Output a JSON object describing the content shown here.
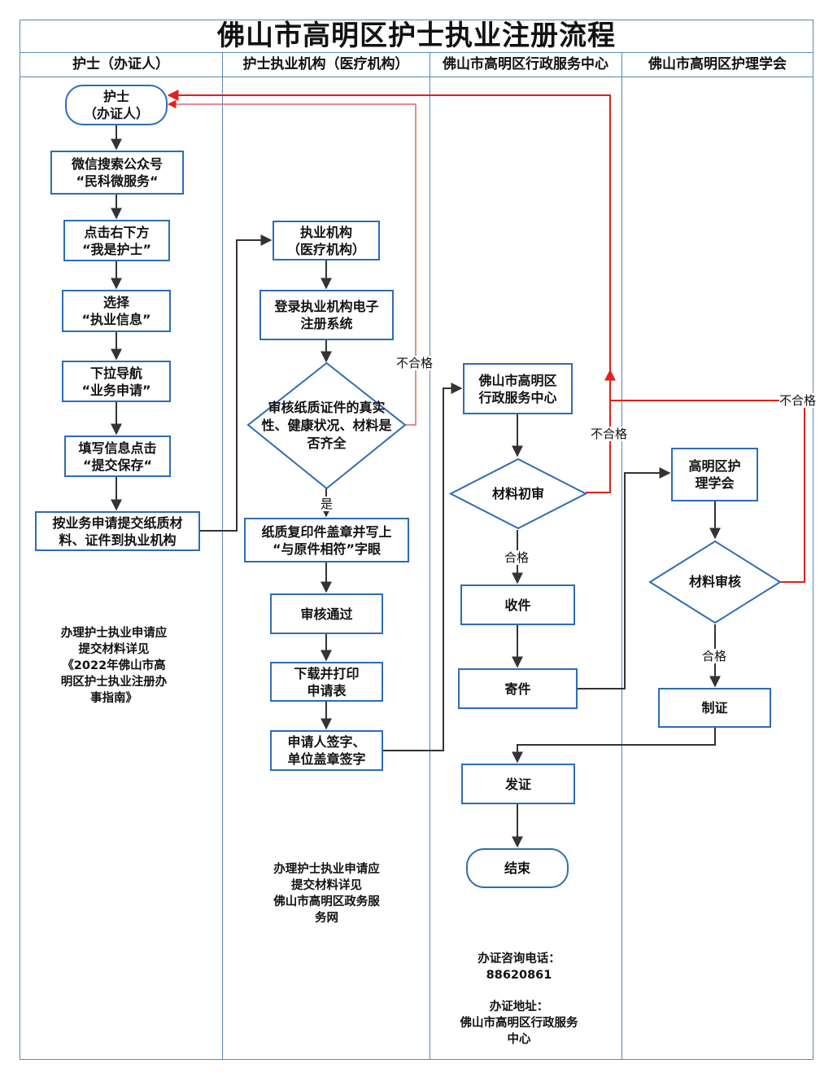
{
  "title": "佛山市高明区护士执业注册流程",
  "lanes": {
    "nurse": "护士（办证人）",
    "institution": "护士执业机构（医疗机构）",
    "service_center": "佛山市高明区行政服务中心",
    "nursing_society": "佛山市高明区护理学会"
  },
  "nodes": {
    "nurse_start": "护士\n（办证人）",
    "wechat_search": "微信搜索公众号\n“民科微服务“",
    "click_bottom_right": "点击右下方\n“我是护士”",
    "select_info": "选择\n“执业信息”",
    "dropdown_nav": "下拉导航\n“业务申请”",
    "fill_submit": "填写信息点击\n“提交保存“",
    "submit_paper": "按业务申请提交纸质材\n料、证件到执业机构",
    "institution": "执业机构\n（医疗机构）",
    "login_system": "登录执业机构电子\n注册系统",
    "review_paper": "审核纸质证件的真实\n性、健康状况、材料是\n否齐全",
    "stamp_copy": "纸质复印件盖章并写上\n“与原件相符”字眼",
    "review_pass": "审核通过",
    "download_print": "下载并打印\n申请表",
    "sign_stamp": "申请人签字、\n单位盖章签字",
    "service_center": "佛山市高明区\n行政服务中心",
    "initial_review": "材料初审",
    "receive": "收件",
    "mail": "寄件",
    "issue": "发证",
    "end": "结束",
    "society": "高明区护\n理学会",
    "material_review": "材料审核",
    "make_cert": "制证"
  },
  "edge_labels": {
    "fail_institution": "不合格",
    "yes": "是",
    "fail_center": "不合格",
    "pass_center": "合格",
    "fail_society": "不合格",
    "pass_society": "合格"
  },
  "notes": {
    "nurse_note": "办理护士执业申请应\n提交材料详见\n《2022年佛山市高\n明区护士执业注册办\n事指南》",
    "institution_note": "办理护士执业申请应\n提交材料详见\n佛山市高明区政务服\n务网",
    "consult_phone": "办证咨询电话：\n88620861",
    "address": "办证地址：\n佛山市高明区行政服务\n中心"
  },
  "colors": {
    "box_border": "#2d6cb5",
    "lane_border": "#5b87b8",
    "flow_arrow": "#333333",
    "reject_arrow": "#e0211b",
    "reject_arrow_light": "#d86a6a"
  }
}
